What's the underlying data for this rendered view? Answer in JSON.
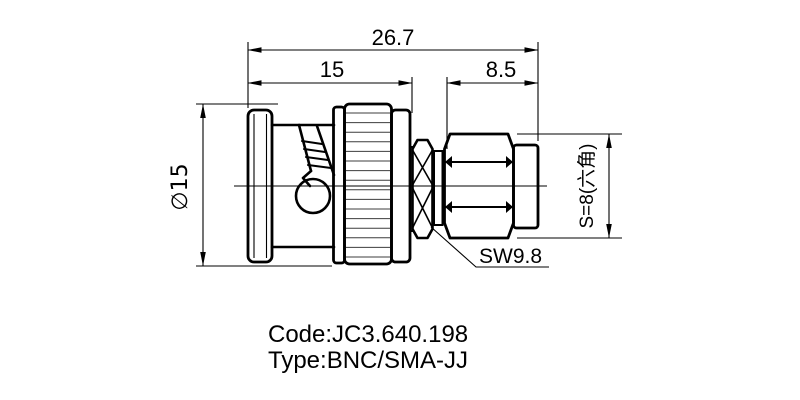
{
  "drawing": {
    "dims": {
      "overall": "26.7",
      "bnc_length": "15",
      "sma_length": "8.5",
      "diameter": "∅15",
      "hex_across_flats": "S=8(六角)",
      "knurl_wrench": "SW9.8"
    },
    "caption": {
      "code": "Code:JC3.640.198",
      "type": "Type:BNC/SMA-JJ"
    },
    "colors": {
      "line": "#000000",
      "background": "#ffffff"
    }
  }
}
